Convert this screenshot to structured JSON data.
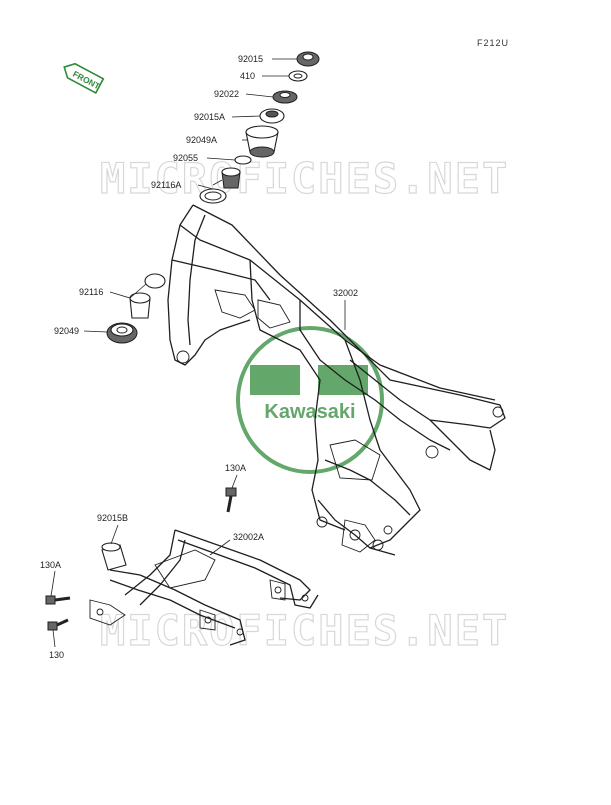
{
  "diagram": {
    "ref_code": "F212U",
    "front_label": "FRONT",
    "watermark_text": "MICROFICHES.NET",
    "logo_text": "Kawasaki",
    "colors": {
      "logo": "#2f8a3a",
      "watermark": "#d8d8d8",
      "front_arrow": "#2f8a3a"
    },
    "parts": [
      {
        "id": "p92015_top",
        "label": "92015"
      },
      {
        "id": "p410",
        "label": "410"
      },
      {
        "id": "p92022",
        "label": "92022"
      },
      {
        "id": "p92015A",
        "label": "92015A"
      },
      {
        "id": "p92049A",
        "label": "92049A"
      },
      {
        "id": "p92055",
        "label": "92055"
      },
      {
        "id": "p92116A",
        "label": "92116A"
      },
      {
        "id": "p92116",
        "label": "92116"
      },
      {
        "id": "p92049",
        "label": "92049"
      },
      {
        "id": "p32002",
        "label": "32002"
      },
      {
        "id": "p130A_top",
        "label": "130A"
      },
      {
        "id": "p92015B",
        "label": "92015B"
      },
      {
        "id": "p32002A",
        "label": "32002A"
      },
      {
        "id": "p130A_left",
        "label": "130A"
      },
      {
        "id": "p130",
        "label": "130"
      }
    ]
  }
}
